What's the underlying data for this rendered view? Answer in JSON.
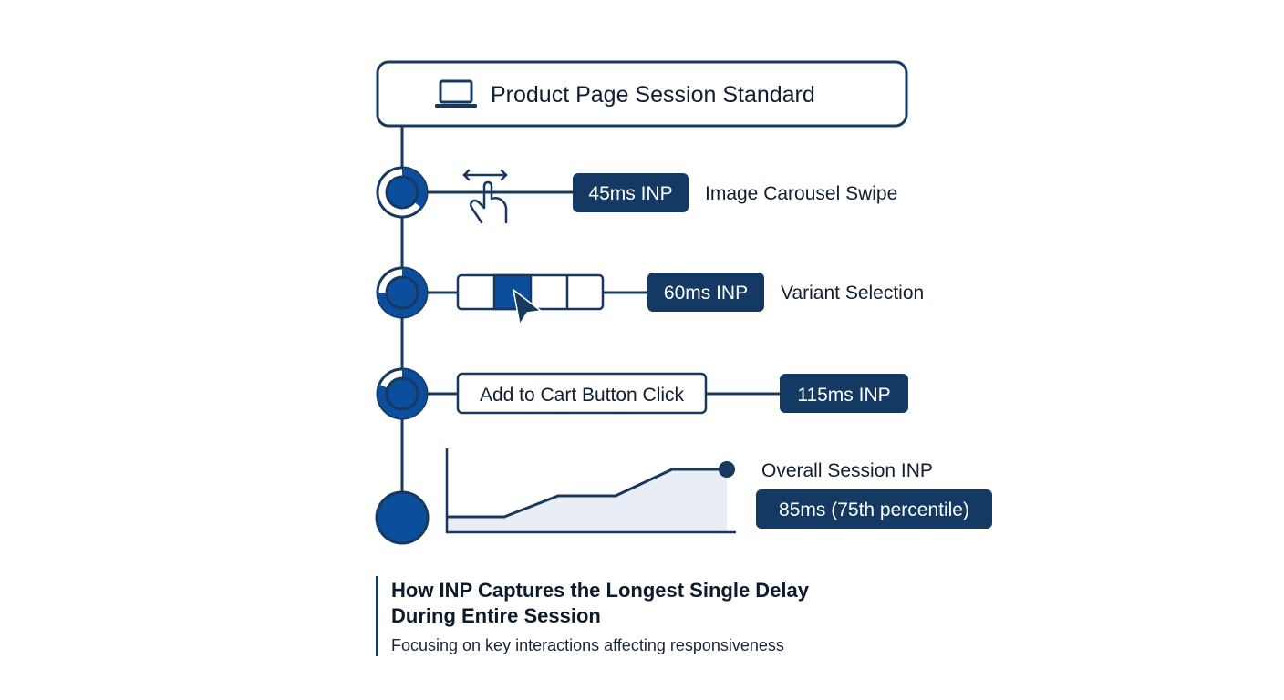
{
  "header": {
    "title": "Product Page Session Standard",
    "icon": "laptop-icon"
  },
  "interactions": [
    {
      "label": "Image Carousel Swipe",
      "inp": "45ms INP",
      "icon": "swipe-gesture-icon"
    },
    {
      "label": "Variant Selection",
      "inp": "60ms INP",
      "icon": "variant-selector-icon"
    },
    {
      "label": "Add to Cart Button Click",
      "inp": "115ms INP"
    }
  ],
  "summary": {
    "label": "Overall Session INP",
    "value": "85ms (75th percentile)",
    "icon": "session-line-chart"
  },
  "caption": {
    "title_line1": "How INP Captures the Longest Single Delay",
    "title_line2": "During Entire Session",
    "subtitle": "Focusing on key interactions affecting responsiveness"
  },
  "colors": {
    "navy": "#17385f",
    "badge": "#143a64",
    "accent_blue": "#0b4f9c",
    "chart_fill": "#e9eef6"
  }
}
